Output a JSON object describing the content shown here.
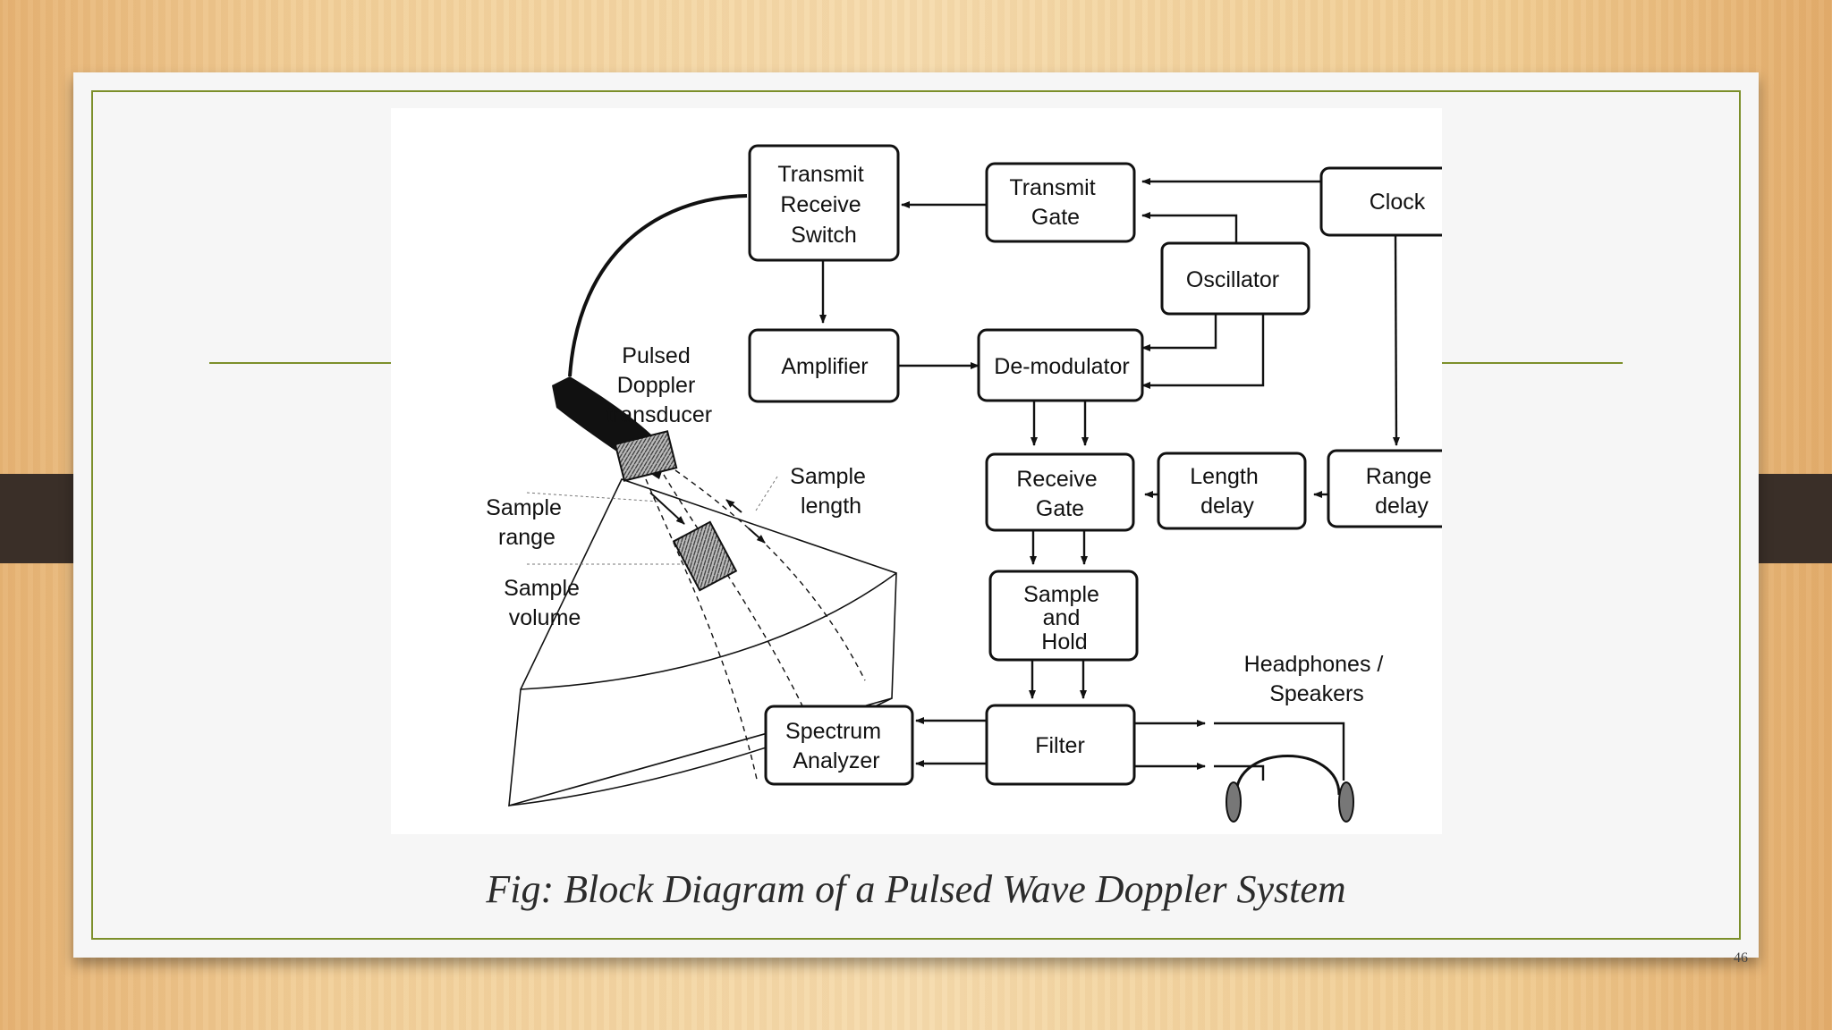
{
  "caption": "Fig: Block Diagram of  a Pulsed Wave Doppler System",
  "page_number": "46",
  "blocks": {
    "trs": [
      "Transmit",
      "Receive",
      "Switch"
    ],
    "tgate": [
      "Transmit",
      "Gate"
    ],
    "clock": [
      "Clock"
    ],
    "osc": [
      "Oscillator"
    ],
    "amp": [
      "Amplifier"
    ],
    "demod": [
      "De-modulator"
    ],
    "rgate": [
      "Receive",
      "Gate"
    ],
    "ldelay": [
      "Length",
      "delay"
    ],
    "rdelay": [
      "Range",
      "delay"
    ],
    "sh": [
      "Sample",
      "and",
      "Hold"
    ],
    "filter": [
      "Filter"
    ],
    "spec": [
      "Spectrum",
      "Analyzer"
    ]
  },
  "labels": {
    "transducer": [
      "Pulsed",
      "Doppler",
      "transducer"
    ],
    "sample_length": [
      "Sample",
      "length"
    ],
    "sample_range": [
      "Sample",
      "range"
    ],
    "sample_volume": [
      "Sample",
      "volume"
    ],
    "headphones": [
      "Headphones /",
      "Speakers"
    ]
  },
  "colors": {
    "slide_border": "#7c8f2a",
    "tab": "#3a2f28",
    "line": "#111111"
  }
}
